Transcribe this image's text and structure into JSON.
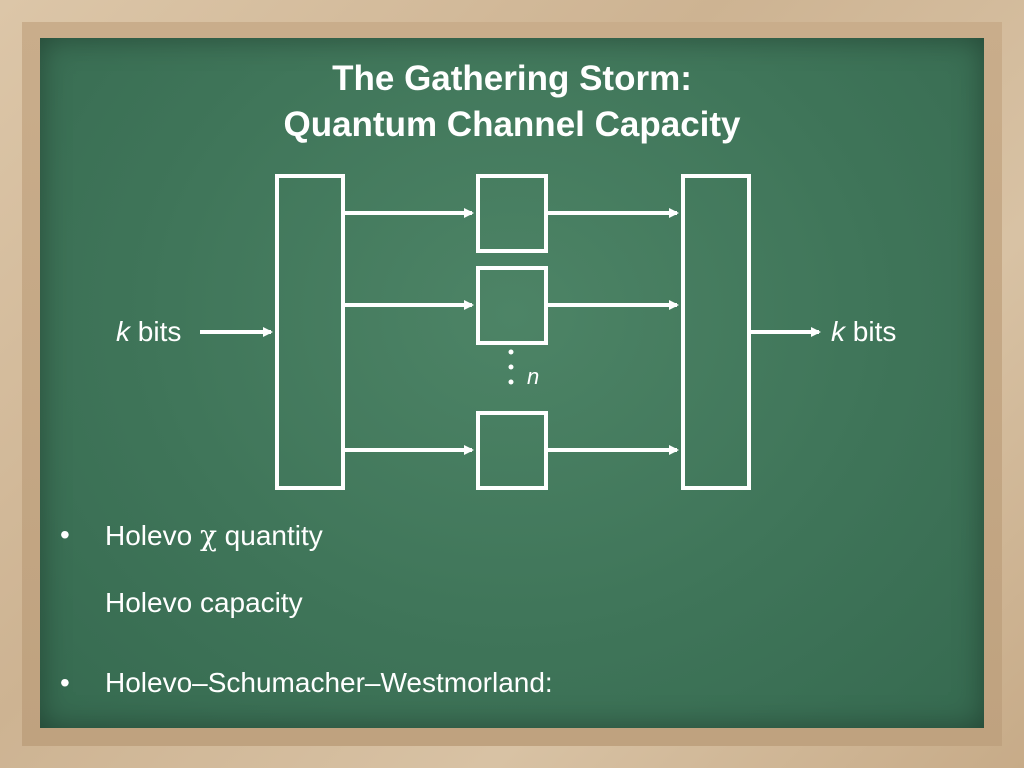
{
  "slide": {
    "title_line1": "The Gathering Storm:",
    "title_line2": "Quantum Channel Capacity"
  },
  "diagram": {
    "input_label": {
      "var": "k",
      "text": " bits"
    },
    "output_label": {
      "var": "k",
      "text": " bits"
    },
    "dots": "⋮",
    "count_label": "n"
  },
  "bullets": {
    "marker": "•",
    "item1_prefix": "Holevo ",
    "item1_symbol": "χ",
    "item1_suffix": " quantity",
    "item1_sub": "Holevo capacity",
    "item2": "Holevo–Schumacher–Westmorland:"
  },
  "colors": {
    "board": "#3f7559",
    "frame": "#cfb79a",
    "ink": "#ffffff"
  }
}
